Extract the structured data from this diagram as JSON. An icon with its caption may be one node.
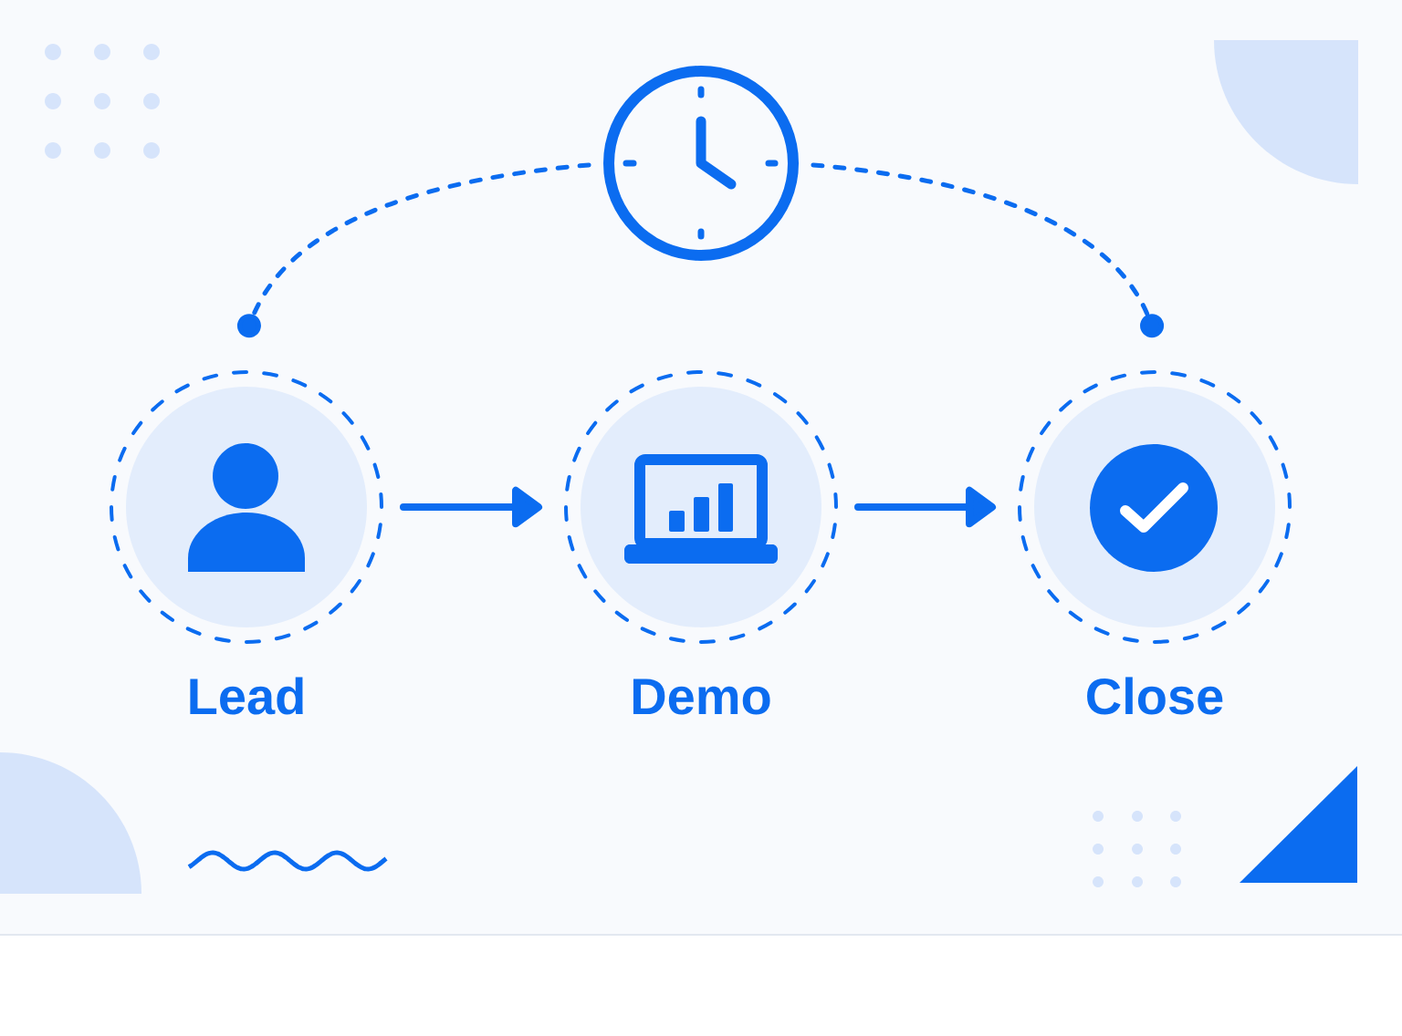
{
  "diagram": {
    "nodes": [
      {
        "text": [],
        "shape": "picture"
      },
      {
        "text": [
          "Lead"
        ]
      },
      {
        "text": [
          "Demo"
        ]
      },
      {
        "text": [
          "Close"
        ]
      }
    ],
    "edges": [
      {
        "from": 0,
        "to": 1,
        "arrow": "other",
        "style": "dashed"
      },
      {
        "from": 1,
        "to": 2,
        "arrow": "to"
      },
      {
        "from": 2,
        "to": 3,
        "arrow": "to"
      },
      {
        "from": 0,
        "to": 3,
        "arrow": "other",
        "style": "dashed"
      }
    ]
  }
}
